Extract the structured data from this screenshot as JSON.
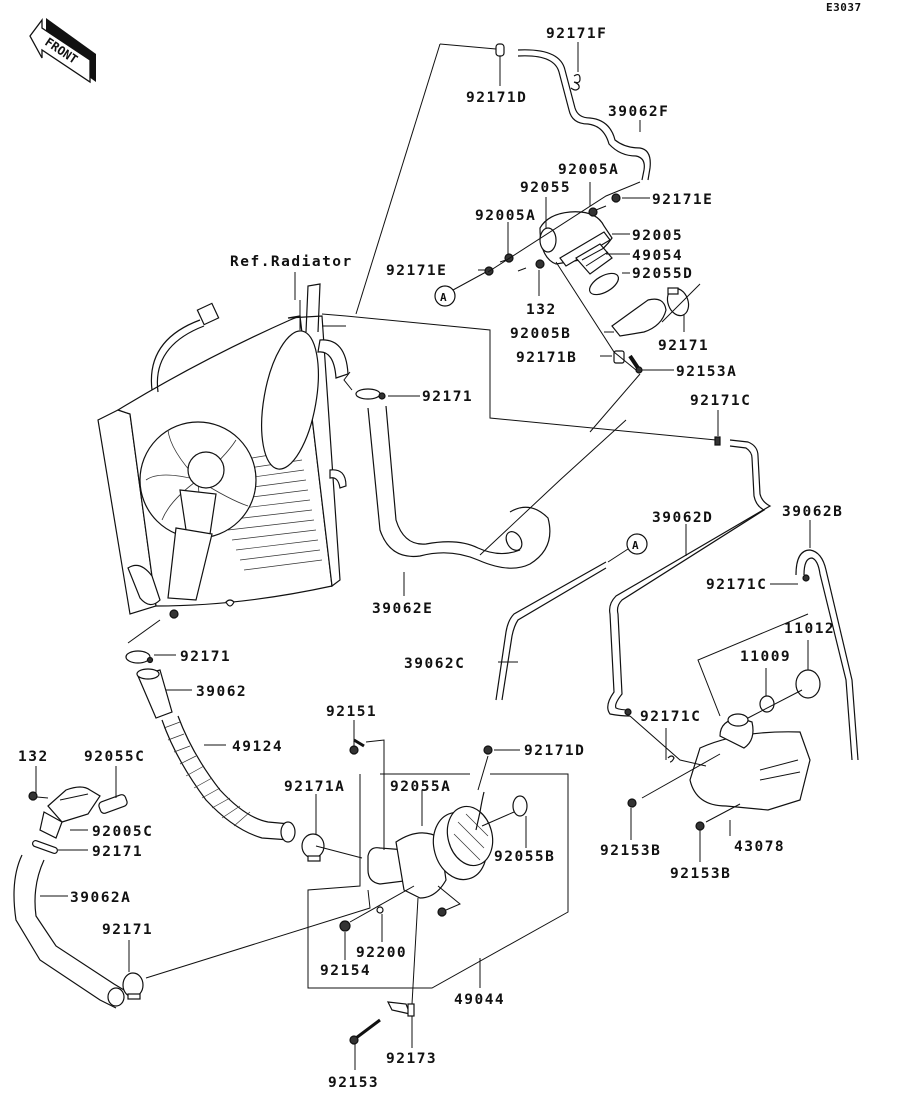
{
  "diagram": {
    "code": "E3037",
    "front_indicator": "FRONT",
    "reference_note": "Ref.Radiator",
    "callout_marker": "A",
    "labels": {
      "p92171F": "92171F",
      "p92171D_top": "92171D",
      "p39062F": "39062F",
      "p92005A_upper": "92005A",
      "p92055": "92055",
      "p92171E_right": "92171E",
      "p92005A_left": "92005A",
      "p92005": "92005",
      "p49054": "49054",
      "p92171E_left": "92171E",
      "p92055D": "92055D",
      "p132_top": "132",
      "p92005B": "92005B",
      "p92171_thermo": "92171",
      "p92171B": "92171B",
      "p92153A": "92153A",
      "p92171_radiator": "92171",
      "p92171C_upper": "92171C",
      "p39062D": "39062D",
      "p39062B": "39062B",
      "p92171C_mid": "92171C",
      "p39062E": "39062E",
      "p11012": "11012",
      "p11009": "11009",
      "p39062C": "39062C",
      "p92171_lower": "92171",
      "p39062": "39062",
      "p92151": "92151",
      "p49124": "49124",
      "p92171D_mid": "92171D",
      "p92171C_tank": "92171C",
      "p132_left": "132",
      "p92055C": "92055C",
      "p92171A": "92171A",
      "p92055A": "92055A",
      "p92005C": "92005C",
      "p92055B": "92055B",
      "p92171_left": "92171",
      "p39062A": "39062A",
      "p92153B_left": "92153B",
      "p43078": "43078",
      "p92153B_right": "92153B",
      "p92171_bottom": "92171",
      "p92200": "92200",
      "p92154": "92154",
      "p49044": "49044",
      "p92173": "92173",
      "p92153": "92153"
    }
  }
}
